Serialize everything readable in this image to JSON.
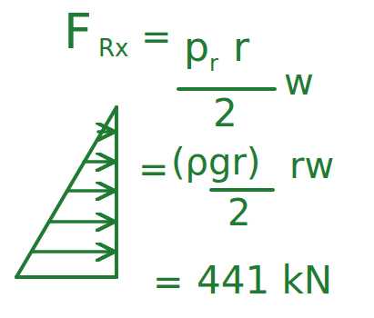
{
  "diagram": {
    "labels": [
      "F",
      "Rx",
      "=",
      "p",
      "r",
      "r",
      "2",
      "w",
      "=",
      "(ρgr)",
      "2",
      "rw",
      "=",
      "441 kN"
    ]
  }
}
